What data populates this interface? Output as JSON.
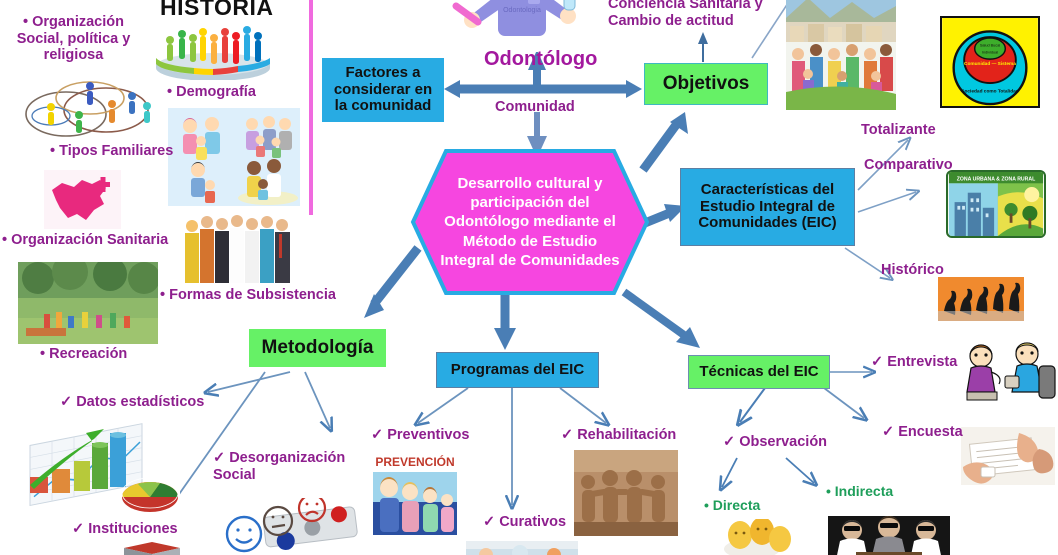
{
  "diagram": {
    "title": "Desarrollo cultural y participación del Odontólogo mediante el Método de Estudio Integral de Comunidades",
    "colors": {
      "node_blue": "#28ABE3",
      "node_green": "#66F166",
      "hexagon_fill": "#F646E0",
      "hexagon_border": "#28ABE3",
      "arrow_blue": "#4A7EB5",
      "label_purple": "#8E1F8E",
      "label_green": "#1E9E5A",
      "divider_magenta": "#F06ADF"
    }
  },
  "center": {
    "line1": "Desarrollo cultural y",
    "line2": "participación del",
    "line3": "Odontólogo mediante el",
    "line4": "Método de Estudio",
    "line5": "Integral de Comunidades"
  },
  "nodes": {
    "factores": "Factores a considerar en la comunidad",
    "objetivos": "Objetivos",
    "caracteristicas": "Características del Estudio Integral de Comunidades (EIC)",
    "metodologia": "Metodología",
    "programas": "Programas del EIC",
    "tecnicas": "Técnicas del EIC"
  },
  "axis_labels": {
    "odontologo": "Odontólogo",
    "comunidad": "Comunidad",
    "conciencia": "Conciencia Sanitaria y Cambio de actitud"
  },
  "left_panel": {
    "heading": "HISTORIA",
    "items": [
      {
        "bullet": "•",
        "label": "Organización Social, política y religiosa"
      },
      {
        "bullet": "•",
        "label": "Demografía"
      },
      {
        "bullet": "•",
        "label": "Tipos Familiares"
      },
      {
        "bullet": "•",
        "label": "Organización Sanitaria"
      },
      {
        "bullet": "•",
        "label": "Formas de Subsistencia"
      },
      {
        "bullet": "•",
        "label": "Recreación"
      }
    ]
  },
  "caracteristicas_branches": [
    {
      "label": "Totalizante"
    },
    {
      "label": "Comparativo"
    },
    {
      "label": "Histórico"
    }
  ],
  "metodologia_branches": [
    {
      "tick": "✓",
      "label": "Datos estadísticos"
    },
    {
      "tick": "✓",
      "label": "Desorganización Social"
    },
    {
      "tick": "✓",
      "label": "Instituciones"
    }
  ],
  "programas_branches": [
    {
      "tick": "✓",
      "label": "Preventivos"
    },
    {
      "tick": "✓",
      "label": "Curativos"
    },
    {
      "tick": "✓",
      "label": "Rehabilitación"
    }
  ],
  "tecnicas_branches": [
    {
      "tick": "✓",
      "label": "Entrevista"
    },
    {
      "tick": "✓",
      "label": "Encuesta"
    },
    {
      "tick": "✓",
      "label": "Observación"
    }
  ],
  "observacion_branches": [
    {
      "bullet": "•",
      "label": "Directa"
    },
    {
      "bullet": "•",
      "label": "Indirecta"
    }
  ],
  "images": {
    "historia_crowd": "crowd-on-disc-image",
    "venn_people": "venn-diagram-people-image",
    "families": "family-types-image",
    "venezuela_health": "venezuela-health-map-image",
    "professionals": "professionals-group-image",
    "park": "park-recreation-image",
    "dentist": "dentist-cartoon-image",
    "community_crowd": "community-crowd-image",
    "target_circles": "target-circles-image",
    "urban_rural": "zona-urbana-zona-rural-image",
    "evolution": "human-evolution-image",
    "statistics": "statistics-charts-image",
    "smiley_panel": "smiley-feedback-panel-image",
    "institutions_block": "institutions-block-image",
    "prevention": "prevencion-poster-image",
    "rehabilitation": "clay-figures-circle-image",
    "interview": "interview-people-image",
    "survey": "survey-hands-image",
    "observation_direct": "eggs-faces-image",
    "observation_indirect": "observers-dark-image"
  }
}
